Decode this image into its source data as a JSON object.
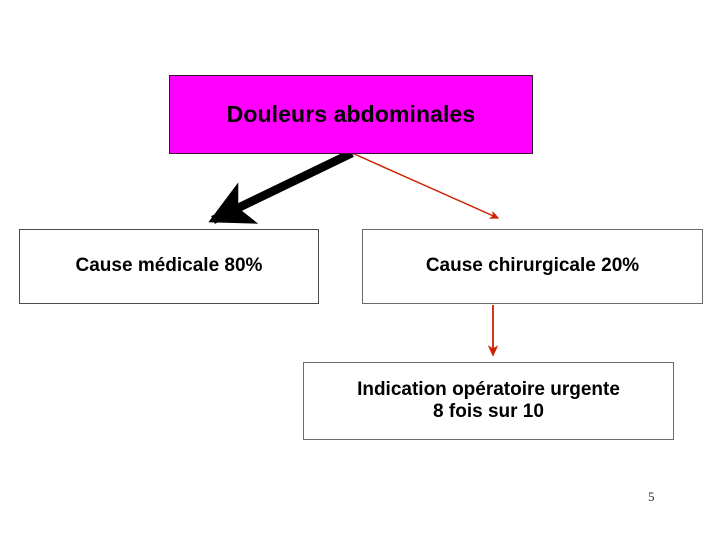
{
  "slide": {
    "page_number": "5",
    "background_color": "#FFFFFF"
  },
  "nodes": {
    "title": {
      "label": "Douleurs abdominales",
      "fill_color": "#FF00FF",
      "text_color": "#000000"
    },
    "medical": {
      "label": "Cause médicale 80%",
      "fill_color": "#FFFFFF",
      "text_color": "#000000"
    },
    "surgical": {
      "label": "Cause chirurgicale 20%",
      "fill_color": "#FFFFFF",
      "text_color": "#000000"
    },
    "indication": {
      "label": "Indication opératoire urgente\n8 fois sur 10",
      "fill_color": "#FFFFFF",
      "text_color": "#000000"
    }
  },
  "connectors": {
    "title_to_medical": {
      "color": "#000000",
      "style": "thick-solid-arrow"
    },
    "title_to_surgical": {
      "color": "#CC2200",
      "style": "thin-solid-arrow"
    },
    "surgical_to_indication": {
      "color": "#CC2200",
      "style": "thin-solid-arrow"
    }
  }
}
